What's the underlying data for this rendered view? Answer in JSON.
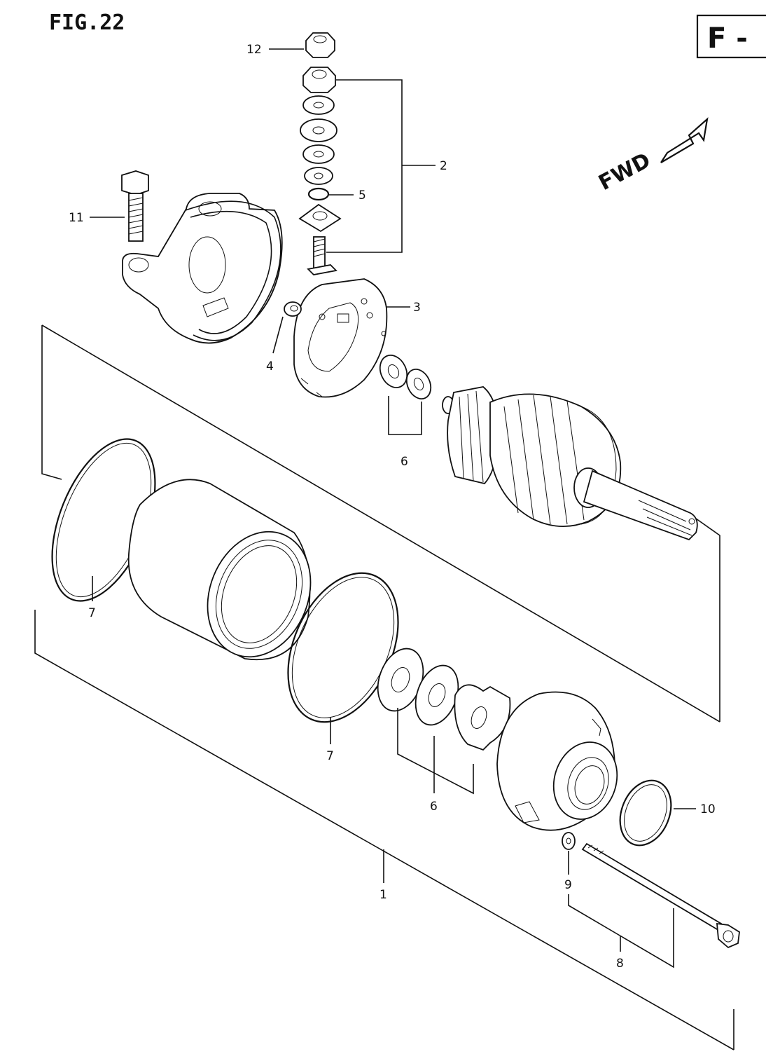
{
  "figure": {
    "title": "FIG.22",
    "section": "F -",
    "direction": "FWD"
  },
  "callouts": {
    "c1": "1",
    "c2": "2",
    "c3": "3",
    "c4": "4",
    "c5": "5",
    "c6a": "6",
    "c6b": "6",
    "c7a": "7",
    "c7b": "7",
    "c8": "8",
    "c9": "9",
    "c10": "10",
    "c11": "11",
    "c12": "12"
  }
}
